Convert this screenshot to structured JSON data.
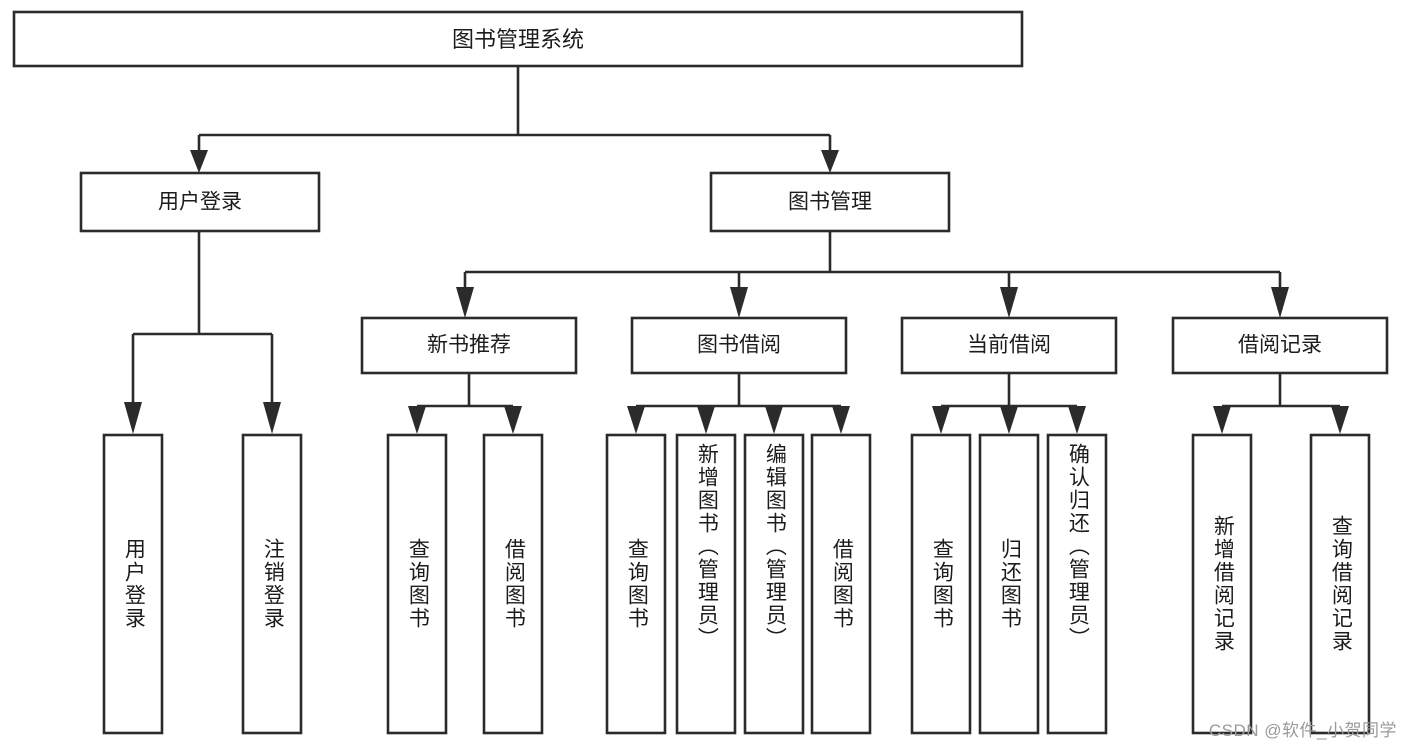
{
  "diagram": {
    "type": "tree",
    "title": "图书管理系统",
    "root": {
      "label": "图书管理系统"
    },
    "level2": [
      {
        "label": "用户登录"
      },
      {
        "label": "图书管理"
      }
    ],
    "level3": [
      {
        "label": "新书推荐"
      },
      {
        "label": "图书借阅"
      },
      {
        "label": "当前借阅"
      },
      {
        "label": "借阅记录"
      }
    ],
    "leaves": {
      "user_login": [
        {
          "label": "用户登录"
        },
        {
          "label": "注销登录"
        }
      ],
      "new_book_recommend": [
        {
          "label": "查询图书"
        },
        {
          "label": "借阅图书"
        }
      ],
      "book_borrow": [
        {
          "label": "查询图书"
        },
        {
          "label": "新增图书（管理员）"
        },
        {
          "label": "编辑图书（管理员）"
        },
        {
          "label": "借阅图书"
        }
      ],
      "current_borrow": [
        {
          "label": "查询图书"
        },
        {
          "label": "归还图书"
        },
        {
          "label": "确认归还（管理员）"
        }
      ],
      "borrow_record": [
        {
          "label": "新增借阅记录"
        },
        {
          "label": "查询借阅记录"
        }
      ]
    }
  },
  "watermark": {
    "text": "CSDN @软件_小贺同学"
  },
  "colors": {
    "stroke": "#2b2b2b",
    "box_fill": "#ffffff",
    "text": "#1c1c1c",
    "watermark": "#9a9a9a",
    "background": "#ffffff"
  }
}
